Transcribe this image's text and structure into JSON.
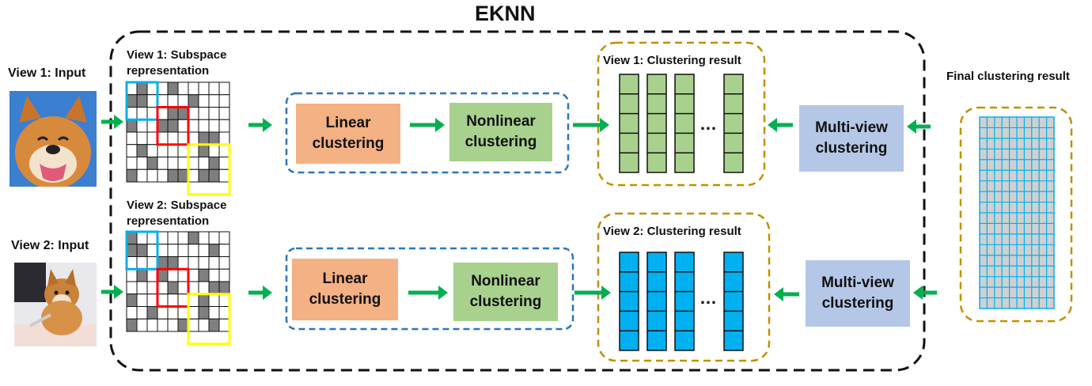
{
  "title": "EKNN",
  "view1": {
    "input_label": "View 1: Input",
    "subspace_label_line1": "View 1: Subspace",
    "subspace_label_line2": "representation",
    "linear_label": "Linear clustering",
    "nonlinear_label": "Nonlinear clustering",
    "result_label": "View 1: Clustering  result",
    "multiview_label": "Multi-view clustering",
    "ellipsis": "…",
    "bar_color": "#a9d18e"
  },
  "view2": {
    "input_label": "View 2: Input",
    "subspace_label_line1": "View 2: Subspace",
    "subspace_label_line2": "representation",
    "linear_label": "Linear clustering",
    "nonlinear_label": "Nonlinear clustering",
    "result_label": "View 2: Clustering  result",
    "multiview_label": "Multi-view clustering",
    "ellipsis": "…",
    "bar_color": "#00b0f0"
  },
  "final_label": "Final clustering result",
  "colors": {
    "arrow": "#00b050",
    "linear_box": "#f4b183",
    "nonlinear_box": "#a9d18e",
    "multiview_box": "#b4c7e7",
    "blue_dash": "#2e75b6",
    "gold_dash": "#bf9000",
    "outer_dash": "#111111",
    "final_grid": "#00b0f0",
    "final_fill": "#d0d0d0",
    "cell_filled": "#7f7f7f",
    "highlight_blue": "#00b0f0",
    "highlight_red": "#ff0000",
    "highlight_yellow": "#ffff00"
  }
}
